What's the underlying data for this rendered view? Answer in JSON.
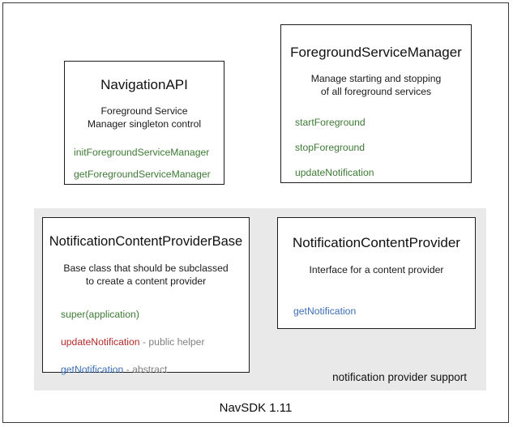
{
  "diagram": {
    "caption": "NavSDK 1.11",
    "group_panel": {
      "label": "notification provider support",
      "background": "#e9e9e9"
    },
    "colors": {
      "method_green": "#3d7a34",
      "method_red": "#b52a2a",
      "method_blue": "#3d6fb4",
      "note_gray": "#808080",
      "box_border": "#1c1c1c",
      "frame_border": "#3a3a3a"
    },
    "boxes": [
      {
        "title": "NavigationAPI",
        "description": "Foreground Service\nManager singleton control",
        "description_lines": [
          "Foreground Service",
          "Manager singleton control"
        ],
        "members": [
          {
            "name": "initForegroundServiceManager",
            "color": "green",
            "note": ""
          },
          {
            "name": "getForegroundServiceManager",
            "color": "green",
            "note": ""
          }
        ]
      },
      {
        "title": "ForegroundServiceManager",
        "description": "Manage starting and stopping\nof all foreground services",
        "description_lines": [
          "Manage starting and stopping",
          "of all foreground services"
        ],
        "members": [
          {
            "name": "startForeground",
            "color": "green",
            "note": ""
          },
          {
            "name": "stopForeground",
            "color": "green",
            "note": ""
          },
          {
            "name": "updateNotification",
            "color": "green",
            "note": ""
          }
        ]
      },
      {
        "title": "NotificationContentProviderBase",
        "description": "Base class that should be subclassed\nto create a content provider",
        "description_lines": [
          "Base class that should be subclassed",
          "to create a content provider"
        ],
        "members": [
          {
            "name": "super(application)",
            "color": "green",
            "note": ""
          },
          {
            "name": "updateNotification",
            "color": "red",
            "note": " - public helper"
          },
          {
            "name": "getNotification",
            "color": "blue",
            "note": " - abstract"
          }
        ]
      },
      {
        "title": "NotificationContentProvider",
        "description": "Interface for a content provider",
        "description_lines": [
          "Interface for a content provider"
        ],
        "members": [
          {
            "name": "getNotification",
            "color": "blue",
            "note": ""
          }
        ]
      }
    ]
  }
}
